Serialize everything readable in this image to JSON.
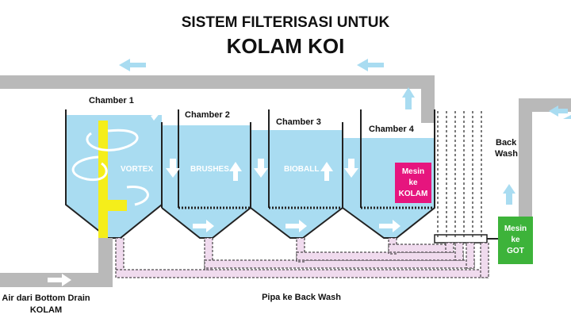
{
  "title": {
    "line1": "SISTEM FILTERISASI UNTUK",
    "line2": "KOLAM KOI"
  },
  "chambers": [
    {
      "label": "Chamber 1",
      "media": "VORTEX"
    },
    {
      "label": "Chamber 2",
      "media": "BRUSHES"
    },
    {
      "label": "Chamber 3",
      "media": "BIOBALL"
    },
    {
      "label": "Chamber 4",
      "media": ""
    }
  ],
  "pump_pond": {
    "line1": "Mesin",
    "line2": "ke",
    "line3": "KOLAM",
    "color": "#e6157e"
  },
  "pump_drain": {
    "line1": "Mesin",
    "line2": "ke",
    "line3": "GOT",
    "color": "#3db33a"
  },
  "backwash": {
    "line1": "Back",
    "line2": "Wash"
  },
  "inlet": {
    "line1": "Air dari Bottom Drain",
    "line2": "KOLAM"
  },
  "backwash_pipe_label": "Pipa ke Back Wash",
  "colors": {
    "water": "#a9dcf1",
    "pipe": "#b9b9b9",
    "arrow": "#a9dcf1",
    "vortex_pipe": "#f5ee1a",
    "backwash_pipe": "#f0dbee",
    "outline": "#222222"
  },
  "icons": [
    "flow-arrow-icon",
    "swirl-arrow-icon"
  ]
}
